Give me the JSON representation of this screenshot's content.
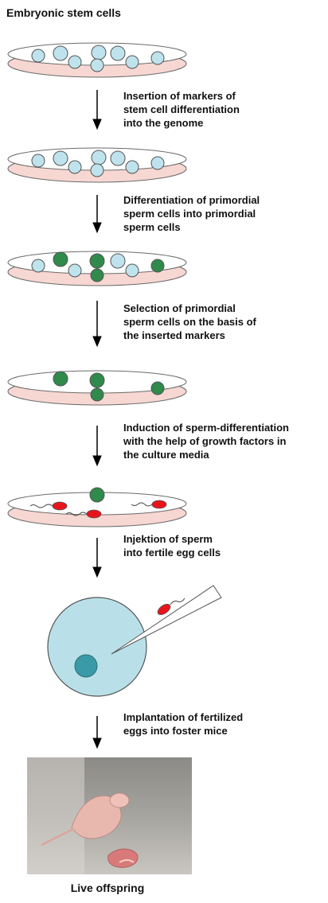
{
  "title": "Embryonic stem cells",
  "steps": [
    "Insertion of markers of\nstem cell differentiation\ninto the genome",
    "Differentiation of primordial\nsperm cells into primordial\nsperm cells",
    "Selection of primordial\nsperm cells on the basis of\nthe inserted markers",
    "Induction of sperm-differentiation\nwith the help of growth factors in\nthe culture media",
    "Injektion of sperm\ninto fertile egg cells",
    "Implantation of fertilized\neggs into foster mice"
  ],
  "caption": "Live offspring",
  "colors": {
    "dish_fill": "#f7d7d2",
    "dish_stroke": "#6b6b6b",
    "stem_cell": "#bfe3ec",
    "green_cell": "#2f8a4c",
    "sperm": "#e8141c",
    "egg": "#b9e0e8",
    "nucleus": "#3a9aa8"
  }
}
